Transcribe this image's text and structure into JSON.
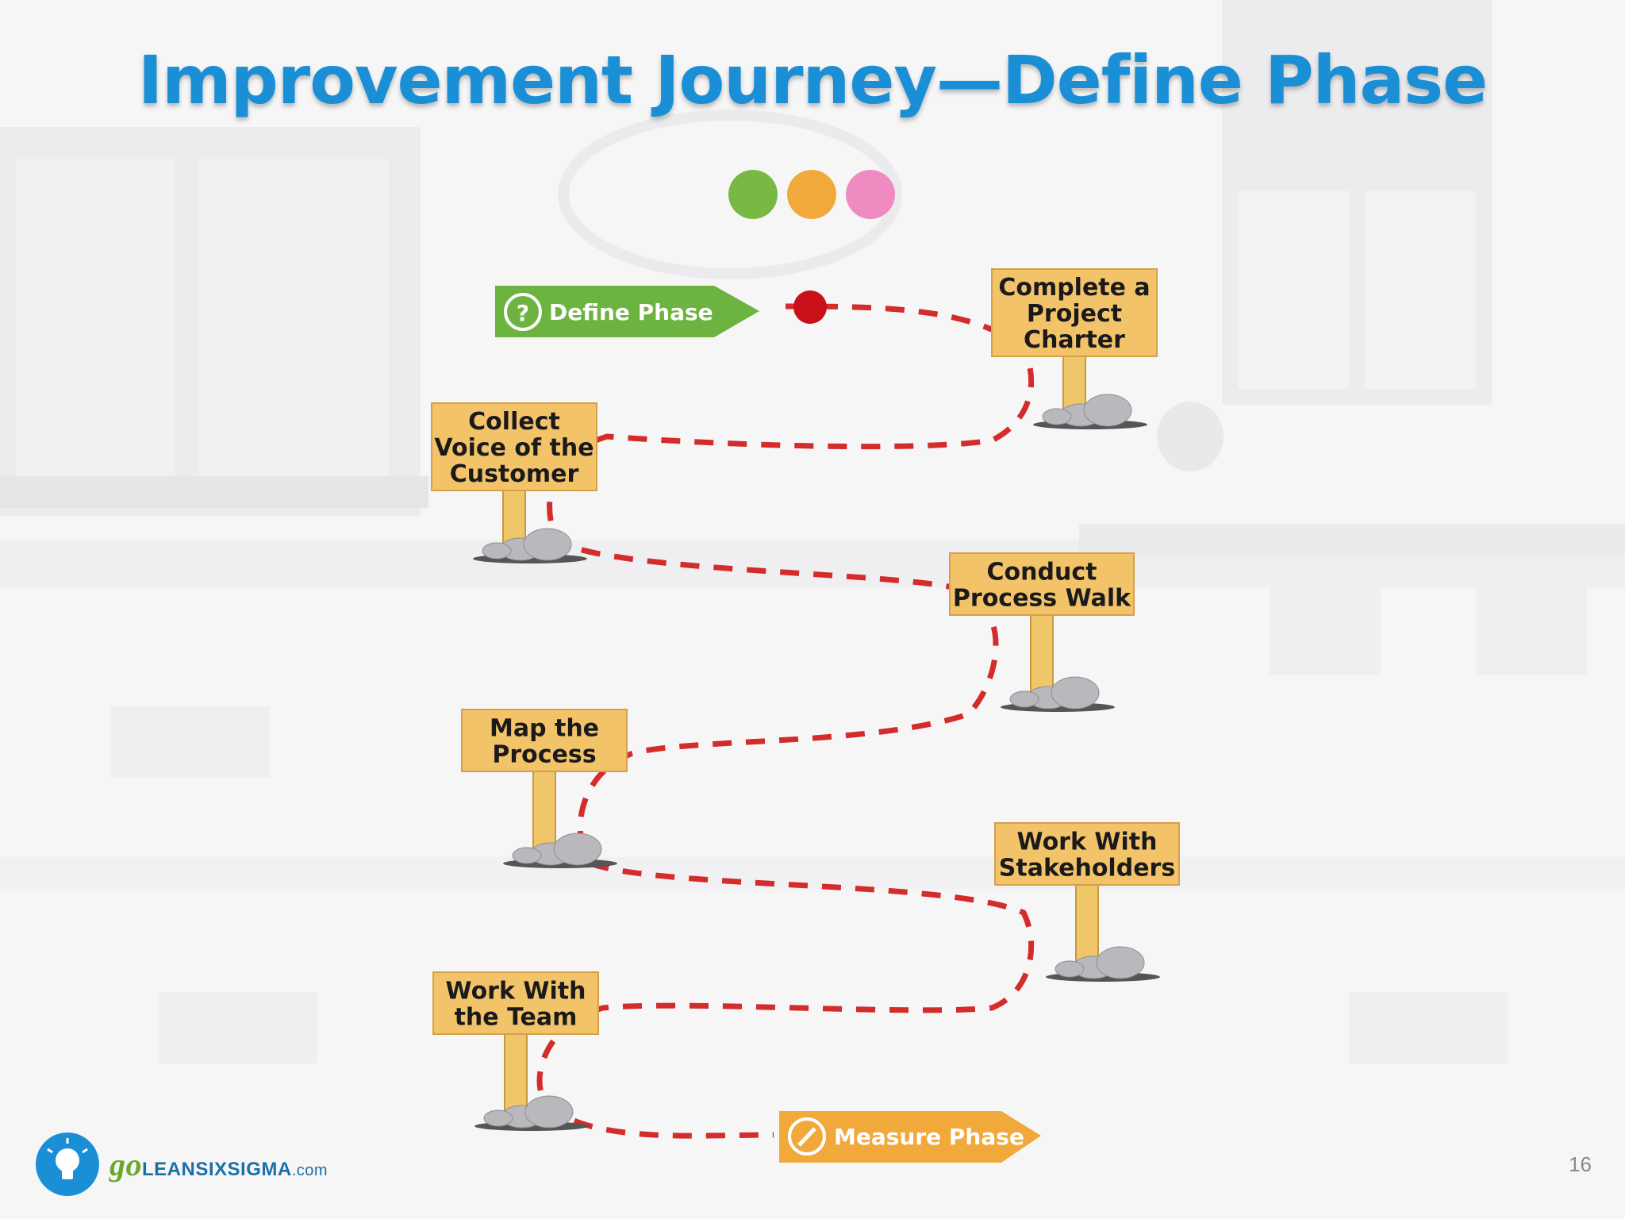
{
  "slide": {
    "title": "Improvement Journey—Define Phase",
    "page_number": "16"
  },
  "colors": {
    "title": "#1a8fd6",
    "path_dashes": "#d42b2b",
    "sign_board": "#f3c36a",
    "define_arrow": "#6db33f",
    "measure_arrow": "#f2a93b",
    "start_dot": "#c8101a"
  },
  "phase_dots": [
    "#78b843",
    "#f2a93b",
    "#ef8bc0"
  ],
  "start_marker": {
    "label": "Define Phase",
    "icon": "question-icon"
  },
  "end_marker": {
    "label": "Measure Phase",
    "icon": "pencil-icon"
  },
  "signposts": [
    {
      "lines": [
        "Complete a",
        "Project",
        "Charter"
      ]
    },
    {
      "lines": [
        "Collect",
        "Voice of the",
        "Customer"
      ]
    },
    {
      "lines": [
        "Conduct",
        "Process Walk"
      ]
    },
    {
      "lines": [
        "Map the",
        "Process"
      ]
    },
    {
      "lines": [
        "Work With",
        "Stakeholders"
      ]
    },
    {
      "lines": [
        "Work With",
        "the Team"
      ]
    }
  ],
  "footer": {
    "brand_go": "go",
    "brand_name": "LEANSIXSIGMA",
    "brand_domain": ".com",
    "logo_icon": "lightbulb-icon"
  }
}
